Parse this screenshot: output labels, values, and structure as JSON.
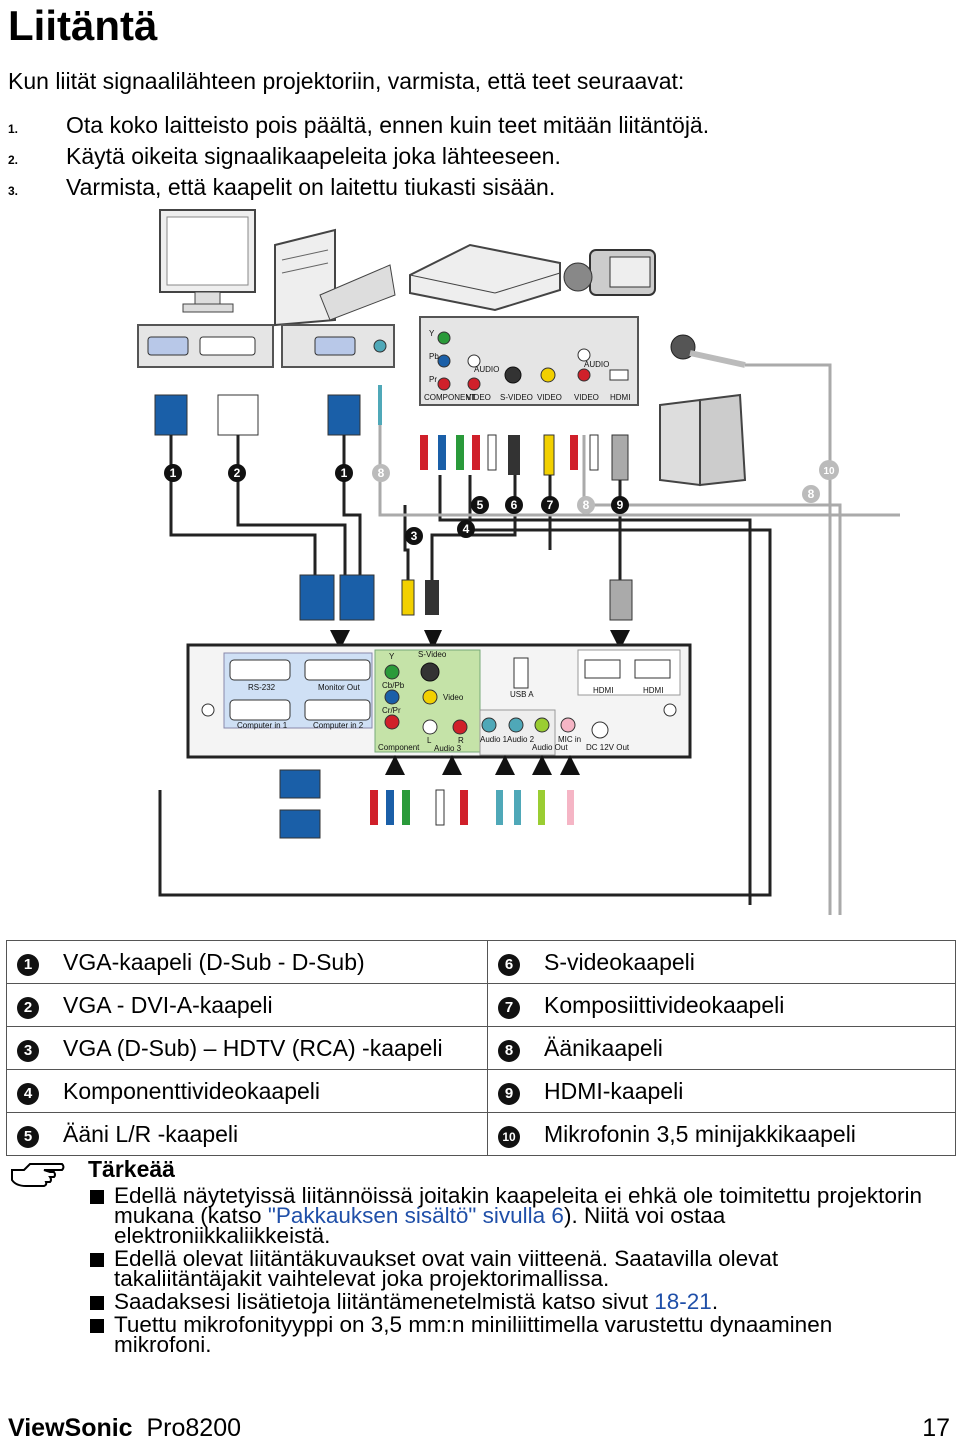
{
  "title": "Liitäntä",
  "intro": "Kun liität signaalilähteen projektoriin, varmista, että teet seuraavat:",
  "steps": [
    {
      "num": "1.",
      "text": "Ota koko laitteisto pois päältä, ennen kuin teet mitään liitäntöjä."
    },
    {
      "num": "2.",
      "text": "Käytä oikeita signaalikaapeleita joka lähteeseen."
    },
    {
      "num": "3.",
      "text": "Varmista, että kaapelit on laitettu tiukasti sisään."
    }
  ],
  "diagram": {
    "callouts": [
      "1",
      "2",
      "1",
      "8",
      "3",
      "4",
      "5",
      "6",
      "7",
      "8",
      "9",
      "8",
      "10"
    ],
    "source_labels": [
      "COMPONENT",
      "VIDEO",
      "S-VIDEO",
      "VIDEO",
      "VIDEO",
      "HDMI",
      "Y",
      "Pb",
      "Pr",
      "AUDIO",
      "AUDIO"
    ],
    "projector_labels": [
      "RS-232",
      "Monitor Out",
      "Computer in 1",
      "Computer in 2",
      "Y",
      "Cb/Pb",
      "Cr/Pr",
      "Component",
      "S-Video",
      "Video",
      "L",
      "R",
      "Audio 3",
      "USB A",
      "HDMI",
      "HDMI",
      "Audio 1",
      "Audio 2",
      "Audio Out",
      "MIC in",
      "DC 12V Out"
    ]
  },
  "legend": [
    {
      "left_num": "1",
      "left_text": "VGA-kaapeli (D-Sub - D-Sub)",
      "right_num": "6",
      "right_text": "S-videokaapeli"
    },
    {
      "left_num": "2",
      "left_text": "VGA - DVI-A-kaapeli",
      "right_num": "7",
      "right_text": "Komposiittivideokaapeli"
    },
    {
      "left_num": "3",
      "left_text": "VGA (D-Sub) – HDTV (RCA) -kaapeli",
      "right_num": "8",
      "right_text": "Äänikaapeli"
    },
    {
      "left_num": "4",
      "left_text": "Komponenttivideokaapeli",
      "right_num": "9",
      "right_text": "HDMI-kaapeli"
    },
    {
      "left_num": "5",
      "left_text": "Ääni L/R -kaapeli",
      "right_num": "10",
      "right_text": "Mikrofonin 3,5 minijakkikaapeli"
    }
  ],
  "note": {
    "title": "Tärkeää",
    "items": [
      {
        "before": "Edellä näytetyissä liitännöissä joitakin kaapeleita ei ehkä ole toimitettu projektorin mukana (katso ",
        "link": "\"Pakkauksen sisältö\" sivulla 6",
        "after": "). Niitä voi ostaa elektroniikkaliikkeistä."
      },
      {
        "before": "Edellä olevat liitäntäkuvaukset ovat vain viitteenä. Saatavilla olevat takaliitäntäjakit vaihtelevat joka projektorimallissa.",
        "link": "",
        "after": ""
      },
      {
        "before": "Saadaksesi lisätietoja liitäntämenetelmistä katso sivut ",
        "link": "18-21",
        "after": "."
      },
      {
        "before": "Tuettu mikrofonityyppi on 3,5 mm:n miniliittimella varustettu dynaaminen mikrofoni.",
        "link": "",
        "after": ""
      }
    ]
  },
  "footer": {
    "brand": "ViewSonic",
    "model": "Pro8200",
    "page": "17"
  },
  "colors": {
    "link": "#1f4fa8",
    "vga_blue": "#1a5fa8",
    "rca_red": "#d0202a",
    "rca_green": "#2a9a3a",
    "rca_yellow": "#f2d000"
  }
}
